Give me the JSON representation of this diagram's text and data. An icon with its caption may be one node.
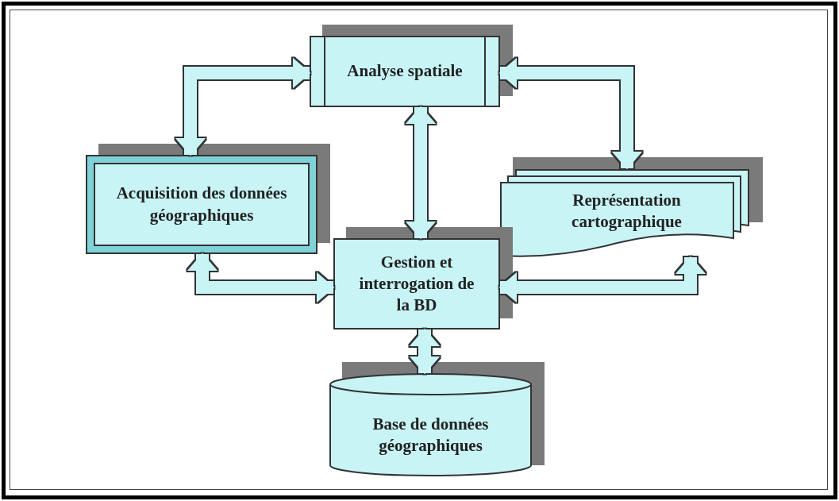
{
  "diagram": {
    "nodes": [
      {
        "text": [
          "Analyse spatiale"
        ]
      },
      {
        "text": [
          "Acquisition des données géographiques"
        ]
      },
      {
        "text": [
          "Représentation cartographique"
        ]
      },
      {
        "text": [
          "Gestion et interrogation de la BD"
        ]
      },
      {
        "text": [
          "Base de données géographiques"
        ]
      }
    ],
    "edges": [
      {
        "from": 0,
        "to": 1,
        "arrow": "both"
      },
      {
        "from": 0,
        "to": 2,
        "arrow": "both"
      },
      {
        "from": 0,
        "to": 3,
        "arrow": "both"
      },
      {
        "from": 1,
        "to": 3,
        "arrow": "both"
      },
      {
        "from": 2,
        "to": 3,
        "arrow": "both"
      },
      {
        "from": 3,
        "to": 4,
        "arrow": "both"
      }
    ]
  }
}
